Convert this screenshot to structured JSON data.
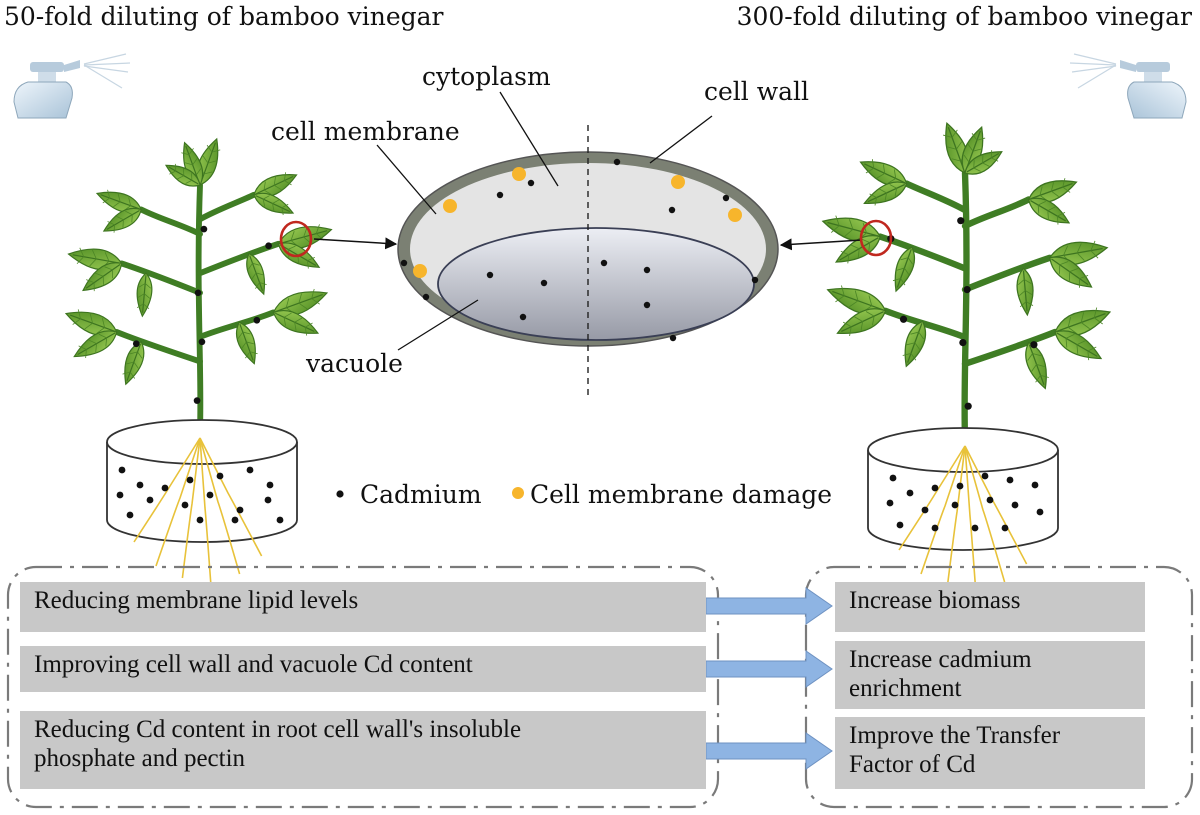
{
  "headers": {
    "left": "50-fold diluting of bamboo vinegar",
    "right": "300-fold diluting of bamboo vinegar"
  },
  "cell_labels": {
    "cytoplasm": "cytoplasm",
    "cell_wall": "cell wall",
    "cell_membrane": "cell membrane",
    "vacuole": "vacuole"
  },
  "legend": {
    "cadmium": "Cadmium",
    "membrane_damage": "Cell membrane damage"
  },
  "effects_left": [
    {
      "lines": [
        "Reducing membrane lipid levels"
      ]
    },
    {
      "lines": [
        "Improving cell wall and vacuole Cd content"
      ]
    },
    {
      "lines": [
        "Reducing Cd content in root cell wall's insoluble",
        "phosphate and pectin"
      ]
    }
  ],
  "effects_right": [
    {
      "lines": [
        "Increase biomass"
      ]
    },
    {
      "lines": [
        "Increase cadmium",
        "enrichment"
      ]
    },
    {
      "lines": [
        "Improve the Transfer",
        "Factor of Cd"
      ]
    }
  ],
  "colors": {
    "cadmium_dot": "#111111",
    "damage_dot": "#f7b52c",
    "leaf": "#5e9a2c",
    "leaf_light": "#8cc04a",
    "stem": "#3f7d24",
    "cell_wall": "#7d8275",
    "cytoplasm": "#e4e4e4",
    "vacuole_top": "#e8e9f0",
    "vacuole_bottom": "#9c9fab",
    "arrow": "#8eb4e3",
    "box": "#c8c8c8",
    "highlight_ring": "#c0281f",
    "root": "#e8c23a"
  },
  "icons": [
    "spray-bottle-icon",
    "plant-icon",
    "cell-icon",
    "arrow-icon"
  ]
}
